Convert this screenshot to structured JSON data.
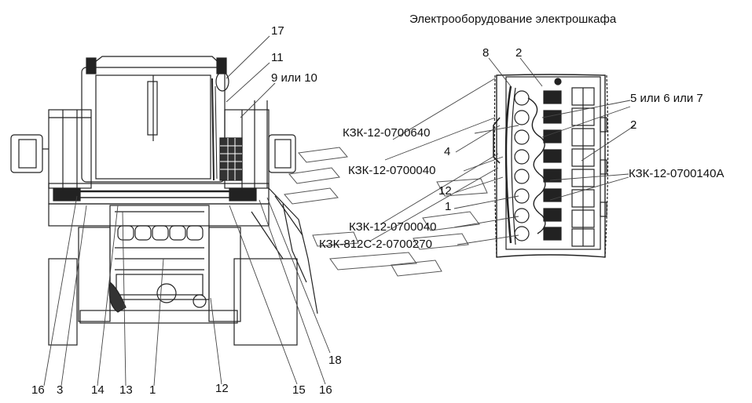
{
  "title": "Электрооборудование электрошкафа",
  "labels": {
    "l17": "17",
    "l11": "11",
    "l9or10": "9 или 10",
    "l8": "8",
    "l2a": "2",
    "l5or6or7": "5 или 6 или 7",
    "l2b": "2",
    "kzk640": "КЗК-12-0700640",
    "l4": "4",
    "kzk040a": "КЗК-12-0700040",
    "kzk140a": "КЗК-12-0700140А",
    "l12a": "12",
    "l1a": "1",
    "kzk040b": "КЗК-12-0700040",
    "kzk812": "КЗК-812С-2-0700270",
    "l18": "18",
    "b16a": "16",
    "b3": "3",
    "b14": "14",
    "b13": "13",
    "b1": "1",
    "b12": "12",
    "b15": "15",
    "b16b": "16"
  }
}
